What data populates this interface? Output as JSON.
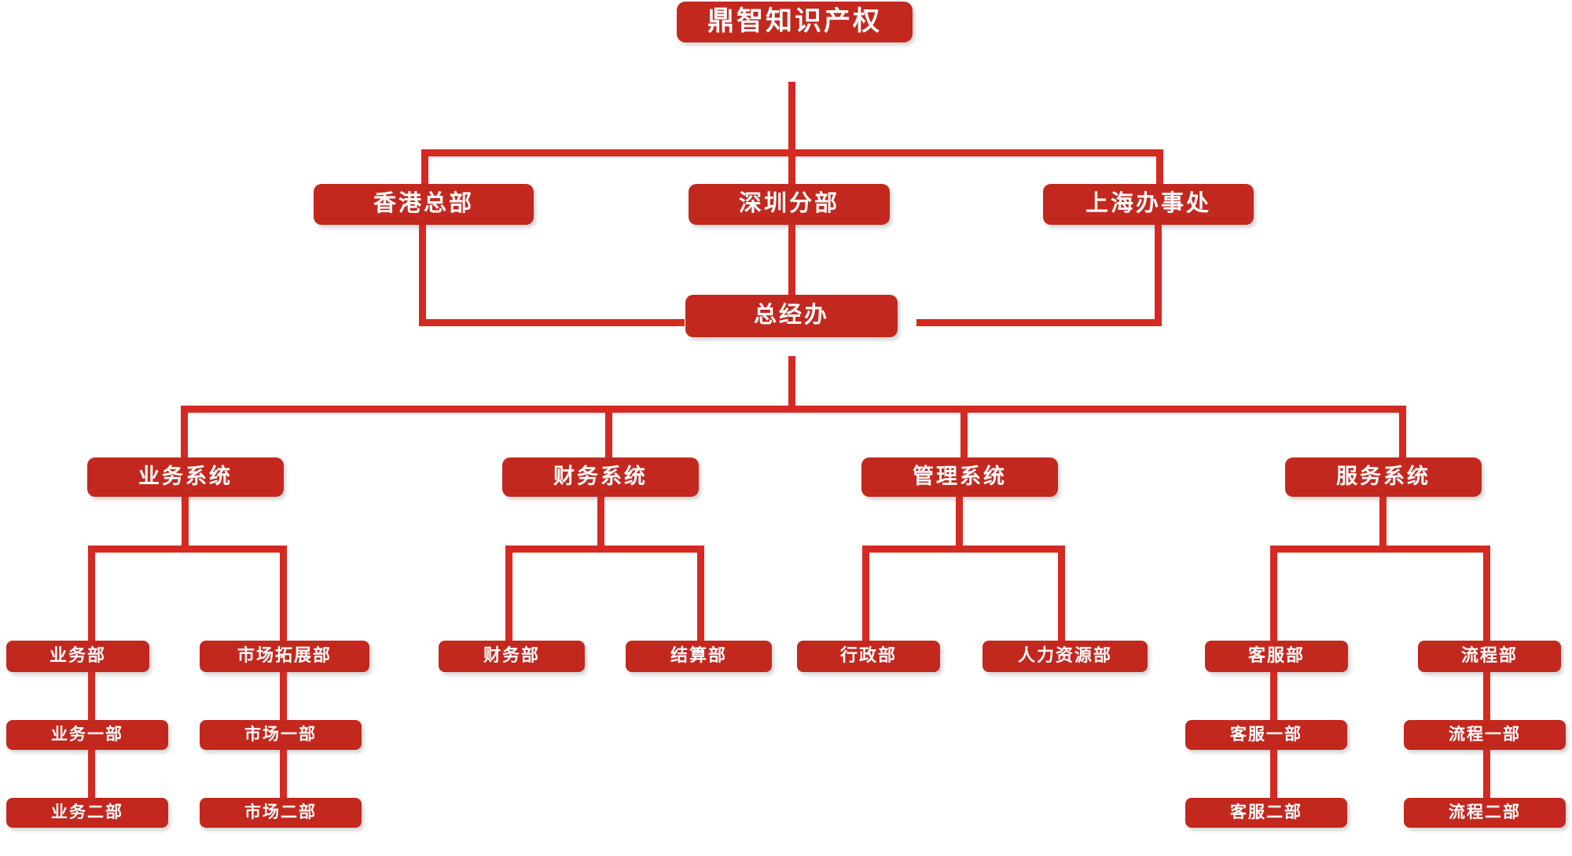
{
  "diagram": {
    "title": "鼎智知识产权",
    "type": "organization-chart",
    "colors": {
      "node_fill": "#C3281F",
      "connector": "#D42A21",
      "node_text": "#FFFFFF",
      "background": "#FFFFFF"
    },
    "root": {
      "label": "鼎智知识产权"
    },
    "regions": [
      {
        "label": "香港总部"
      },
      {
        "label": "深圳分部"
      },
      {
        "label": "上海办事处"
      }
    ],
    "general_office": {
      "label": "总经办"
    },
    "systems": [
      {
        "label": "业务系统",
        "departments": [
          {
            "label": "业务部",
            "subs": [
              {
                "label": "业务一部"
              },
              {
                "label": "业务二部"
              }
            ]
          },
          {
            "label": "市场拓展部",
            "subs": [
              {
                "label": "市场一部"
              },
              {
                "label": "市场二部"
              }
            ]
          }
        ]
      },
      {
        "label": "财务系统",
        "departments": [
          {
            "label": "财务部",
            "subs": []
          },
          {
            "label": "结算部",
            "subs": []
          }
        ]
      },
      {
        "label": "管理系统",
        "departments": [
          {
            "label": "行政部",
            "subs": []
          },
          {
            "label": "人力资源部",
            "subs": []
          }
        ]
      },
      {
        "label": "服务系统",
        "departments": [
          {
            "label": "客服部",
            "subs": [
              {
                "label": "客服一部"
              },
              {
                "label": "客服二部"
              }
            ]
          },
          {
            "label": "流程部",
            "subs": [
              {
                "label": "流程一部"
              },
              {
                "label": "流程二部"
              }
            ]
          }
        ]
      }
    ]
  }
}
